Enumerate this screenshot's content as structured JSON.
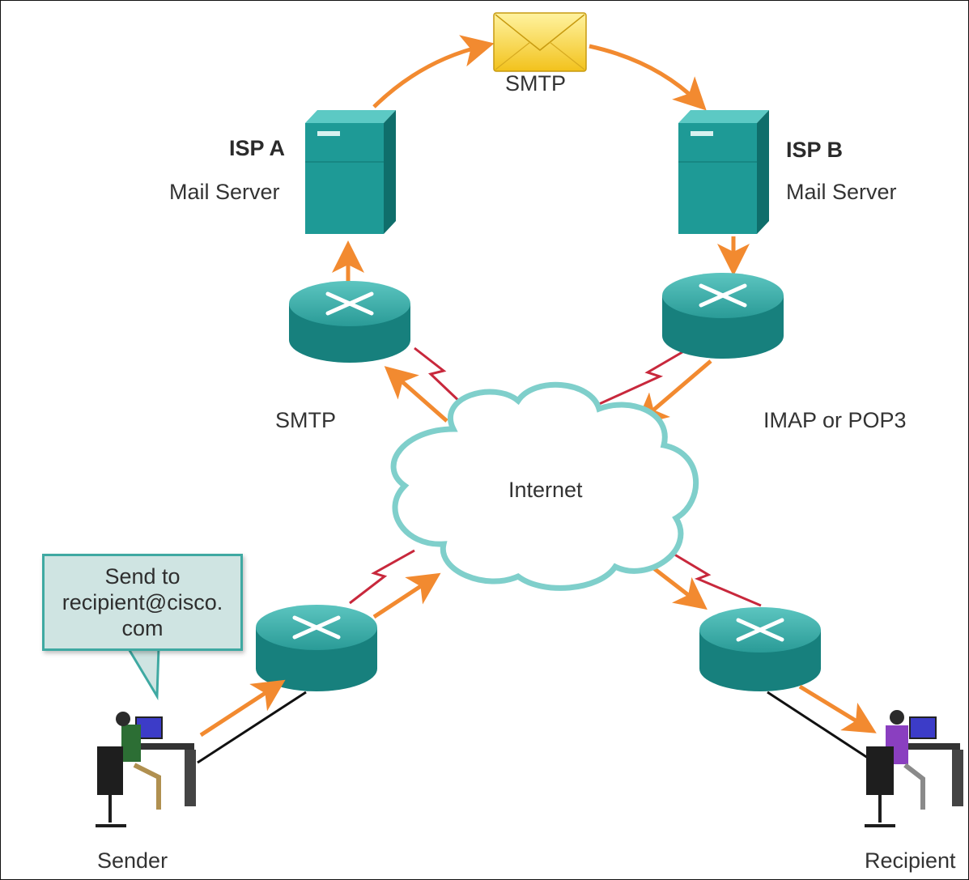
{
  "nodes": {
    "isp_a": {
      "name": "ISP A",
      "role": "Mail Server"
    },
    "isp_b": {
      "name": "ISP B",
      "role": "Mail Server"
    },
    "cloud": {
      "label": "Internet"
    },
    "sender": {
      "label": "Sender"
    },
    "recipient": {
      "label": "Recipient"
    }
  },
  "protocols": {
    "top": "SMTP",
    "left": "SMTP",
    "right": "IMAP or POP3"
  },
  "bubble": {
    "text": "Send to\nrecipient@cisco.\ncom"
  },
  "colors": {
    "arrow": "#f28a30",
    "serial_link": "#c8283c",
    "server": "#1e9a96",
    "router": "#17807d",
    "cloud_stroke": "#7fcfcb",
    "envelope": "#f6d030"
  },
  "icons": {
    "envelope": "envelope-icon",
    "server": "server-icon",
    "router": "router-icon",
    "cloud": "cloud-icon",
    "workstation": "user-workstation-icon"
  }
}
